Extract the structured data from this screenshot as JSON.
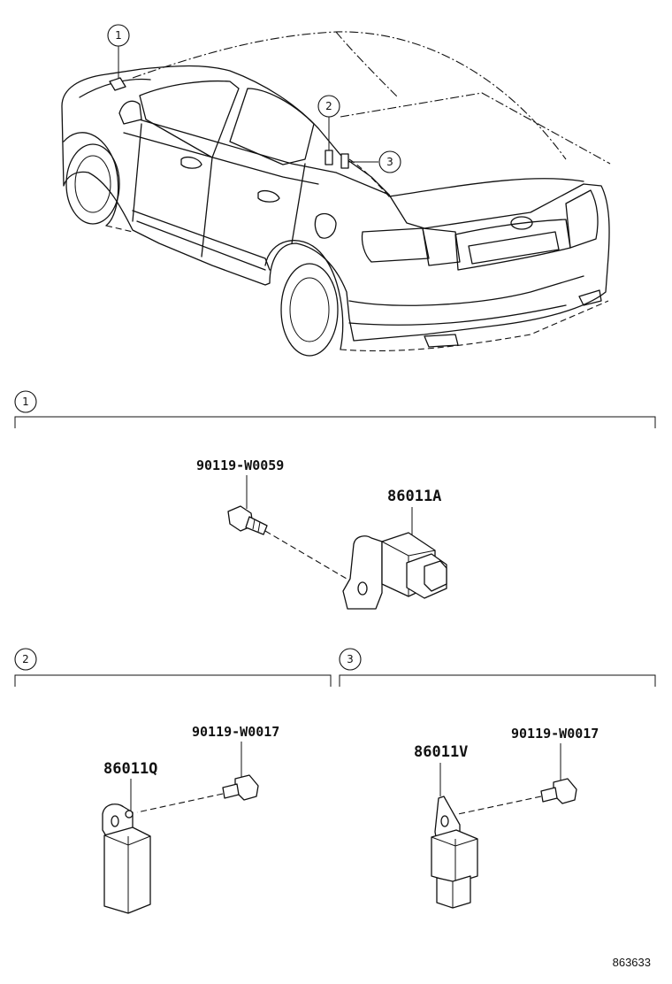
{
  "callouts": {
    "c1": "1",
    "c2": "2",
    "c3": "3"
  },
  "sections": [
    {
      "label": "1"
    },
    {
      "label": "2"
    },
    {
      "label": "3"
    }
  ],
  "parts": {
    "bolt_1": "90119-W0059",
    "sensor_1": "86011A",
    "bolt_2": "90119-W0017",
    "sensor_2": "86011Q",
    "bolt_3": "90119-W0017",
    "sensor_3": "86011V"
  },
  "reference_number": "863633"
}
